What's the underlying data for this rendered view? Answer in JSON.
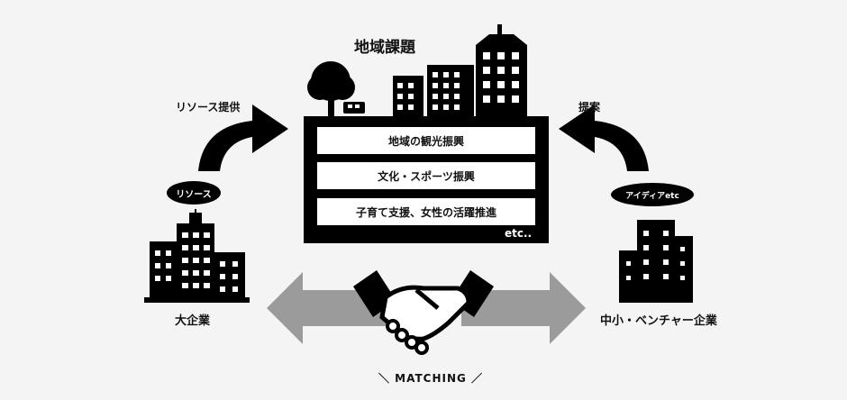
{
  "title": "地域課題",
  "issues": [
    "地域の観光振興",
    "文化・スポーツ振興",
    "子育て支援、女性の活躍推進"
  ],
  "issues_more": "etc..",
  "left_flow_label": "リソース提供",
  "right_flow_label": "提案",
  "left_bubble": "リソース",
  "right_bubble": "アイディアetc",
  "left_org": "大企業",
  "right_org": "中小・ベンチャー企業",
  "matching_label": "＼ MATCHING ／",
  "colors": {
    "ink": "#000000",
    "arrow_gray": "#9b9b9b",
    "background": "#f4f4f4",
    "panel": "#ffffff"
  }
}
